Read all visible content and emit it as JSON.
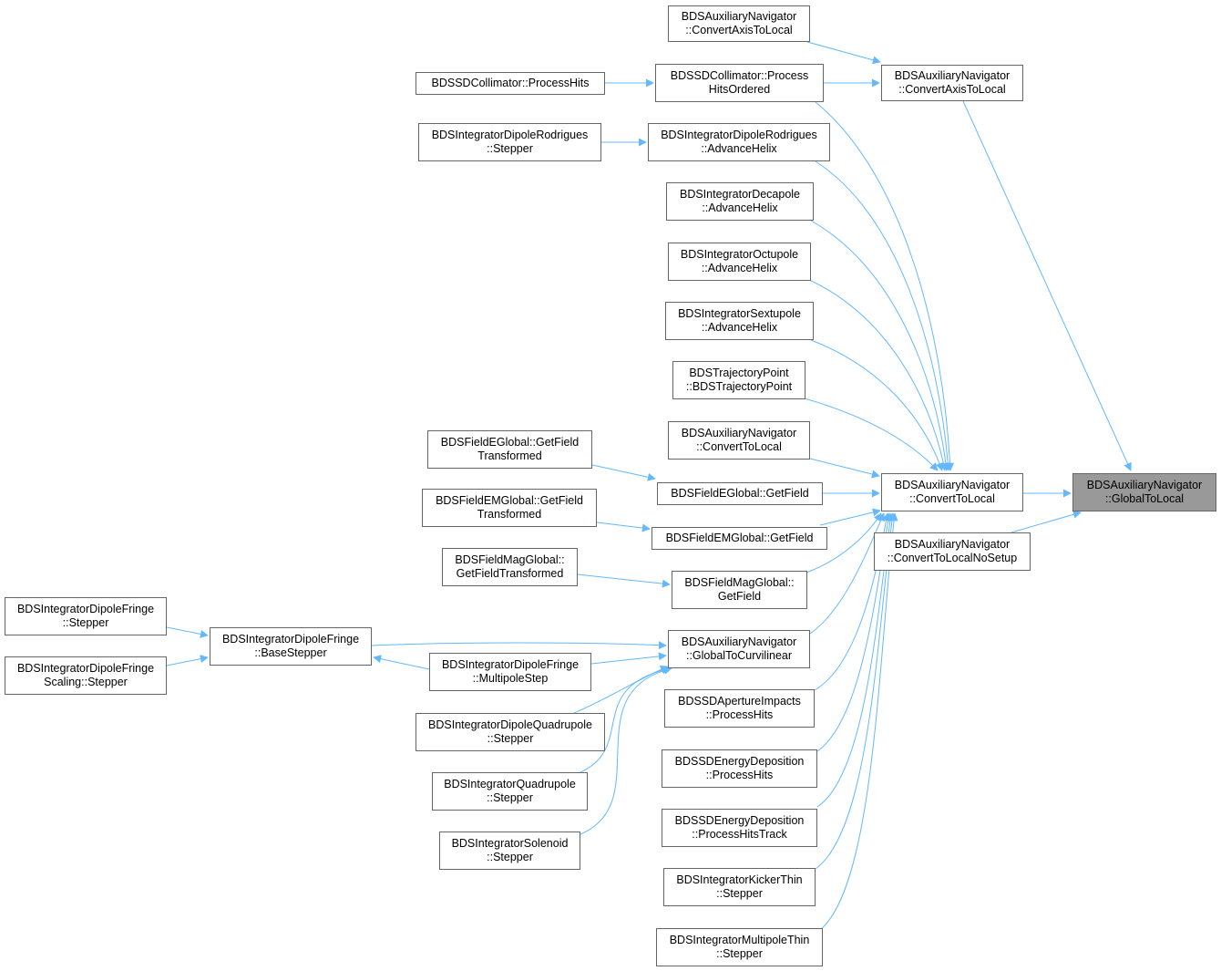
{
  "colors": {
    "edge": "#63b8ff",
    "node_border": "#666666",
    "focus_fill": "#999999"
  },
  "nodes": {
    "n0": {
      "lines": [
        "BDSAuxiliaryNavigator",
        "::GlobalToLocal"
      ],
      "focus": true
    },
    "n1": {
      "lines": [
        "BDSAuxiliaryNavigator",
        "::ConvertAxisToLocal"
      ]
    },
    "n2": {
      "lines": [
        "BDSAuxiliaryNavigator",
        "::ConvertAxisToLocal"
      ]
    },
    "n3": {
      "lines": [
        "BDSSDCollimator::Process",
        "HitsOrdered"
      ]
    },
    "n4": {
      "lines": [
        "BDSSDCollimator::ProcessHits"
      ]
    },
    "n5": {
      "lines": [
        "BDSAuxiliaryNavigator",
        "::ConvertToLocal"
      ]
    },
    "n6": {
      "lines": [
        "BDSIntegratorDipoleRodrigues",
        "::AdvanceHelix"
      ]
    },
    "n7": {
      "lines": [
        "BDSIntegratorDipoleRodrigues",
        "::Stepper"
      ]
    },
    "n8": {
      "lines": [
        "BDSIntegratorDecapole",
        "::AdvanceHelix"
      ]
    },
    "n9": {
      "lines": [
        "BDSIntegratorOctupole",
        "::AdvanceHelix"
      ]
    },
    "n10": {
      "lines": [
        "BDSIntegratorSextupole",
        "::AdvanceHelix"
      ]
    },
    "n11": {
      "lines": [
        "BDSTrajectoryPoint",
        "::BDSTrajectoryPoint"
      ]
    },
    "n12": {
      "lines": [
        "BDSAuxiliaryNavigator",
        "::ConvertToLocal"
      ]
    },
    "n13": {
      "lines": [
        "BDSFieldEGlobal::GetField"
      ]
    },
    "n14": {
      "lines": [
        "BDSFieldEGlobal::GetField",
        "Transformed"
      ]
    },
    "n15": {
      "lines": [
        "BDSFieldEMGlobal::GetField"
      ]
    },
    "n16": {
      "lines": [
        "BDSFieldEMGlobal::GetField",
        "Transformed"
      ]
    },
    "n17": {
      "lines": [
        "BDSFieldMagGlobal::",
        "GetField"
      ]
    },
    "n18": {
      "lines": [
        "BDSFieldMagGlobal::",
        "GetFieldTransformed"
      ]
    },
    "n19": {
      "lines": [
        "BDSAuxiliaryNavigator",
        "::GlobalToCurvilinear"
      ]
    },
    "n20": {
      "lines": [
        "BDSIntegratorDipoleFringe",
        "::BaseStepper"
      ]
    },
    "n21": {
      "lines": [
        "BDSIntegratorDipoleFringe",
        "::Stepper"
      ]
    },
    "n22": {
      "lines": [
        "BDSIntegratorDipoleFringe",
        "Scaling::Stepper"
      ]
    },
    "n23": {
      "lines": [
        "BDSIntegratorDipoleFringe",
        "::MultipoleStep"
      ]
    },
    "n24": {
      "lines": [
        "BDSIntegratorDipoleQuadrupole",
        "::Stepper"
      ]
    },
    "n25": {
      "lines": [
        "BDSIntegratorQuadrupole",
        "::Stepper"
      ]
    },
    "n26": {
      "lines": [
        "BDSIntegratorSolenoid",
        "::Stepper"
      ]
    },
    "n27": {
      "lines": [
        "BDSSDApertureImpacts",
        "::ProcessHits"
      ]
    },
    "n28": {
      "lines": [
        "BDSSDEnergyDeposition",
        "::ProcessHits"
      ]
    },
    "n29": {
      "lines": [
        "BDSSDEnergyDeposition",
        "::ProcessHitsTrack"
      ]
    },
    "n30": {
      "lines": [
        "BDSIntegratorKickerThin",
        "::Stepper"
      ]
    },
    "n31": {
      "lines": [
        "BDSIntegratorMultipoleThin",
        "::Stepper"
      ]
    },
    "n32": {
      "lines": [
        "BDSAuxiliaryNavigator",
        "::ConvertToLocalNoSetup"
      ]
    }
  }
}
